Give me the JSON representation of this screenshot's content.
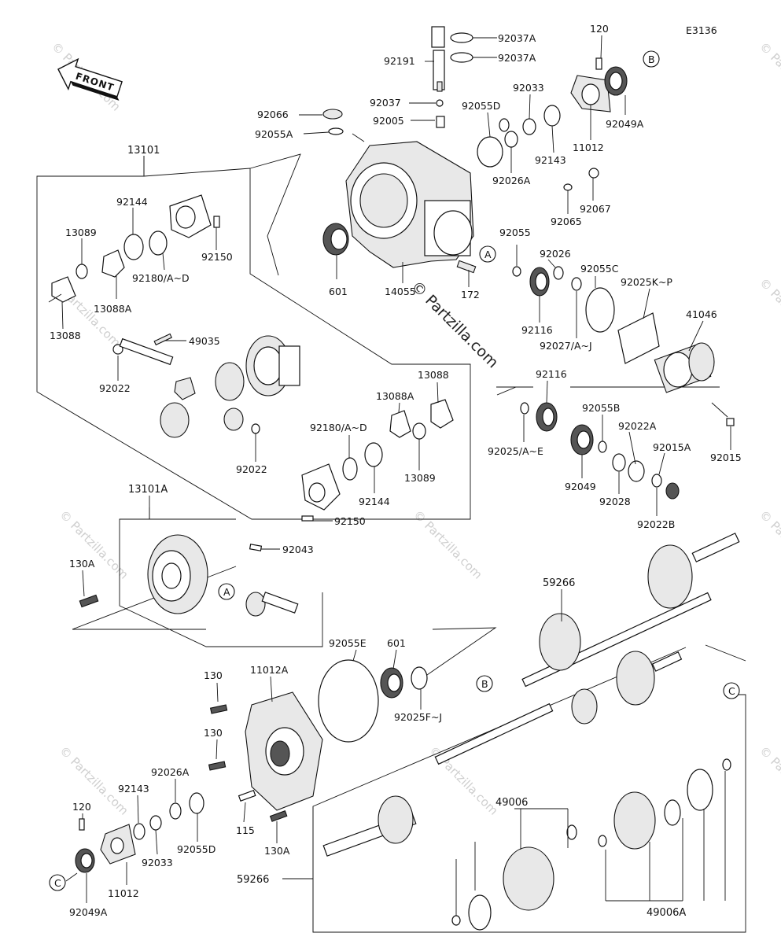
{
  "diagram_code": "E3136",
  "front_label": "FRONT",
  "watermark": "© Partzilla.com",
  "ref_letters": {
    "a": "A",
    "b": "B",
    "c": "C"
  },
  "parts": {
    "p92037a_1": "92037A",
    "p92037a_2": "92037A",
    "p92191": "92191",
    "p120_top": "120",
    "p92037": "92037",
    "p92055d_top": "92055D",
    "p92033_top": "92033",
    "p92049a_top": "92049A",
    "p92066": "92066",
    "p92005": "92005",
    "p92055a": "92055A",
    "p11012_top": "11012",
    "p92143_top": "92143",
    "p92026a_top": "92026A",
    "p92067": "92067",
    "p92065": "92065",
    "p13101": "13101",
    "p92144_top": "92144",
    "p13089_top": "13089",
    "p92150_top": "92150",
    "p92180_top": "92180/A~D",
    "p13088a_top": "13088A",
    "p13088_top": "13088",
    "p601_top": "601",
    "p14055": "14055",
    "p172": "172",
    "p92055": "92055",
    "p92026": "92026",
    "p92055c": "92055C",
    "p92025kp": "92025K~P",
    "p41046": "41046",
    "p92116_a": "92116",
    "p92027": "92027/A~J",
    "p49035": "49035",
    "p92022_a": "92022",
    "p13088_mid": "13088",
    "p92116_b": "92116",
    "p13088a_mid": "13088A",
    "p92055b": "92055B",
    "p92022a": "92022A",
    "p92015a": "92015A",
    "p92025ae": "92025/A~E",
    "p92015": "92015",
    "p92180_mid": "92180/A~D",
    "p92049": "92049",
    "p92028": "92028",
    "p92022b": "92022B",
    "p92022_b": "92022",
    "p13089_mid": "13089",
    "p92144_mid": "92144",
    "p13101a": "13101A",
    "p92150_mid": "92150",
    "p92043": "92043",
    "p130a_top": "130A",
    "p59266_top": "59266",
    "p92055e": "92055E",
    "p601_bot": "601",
    "p130_a": "130",
    "p11012a": "11012A",
    "p92025fj": "92025F~J",
    "p130_b": "130",
    "p92026a_bot": "92026A",
    "p120_bot": "120",
    "p92143_bot": "92143",
    "p92055d_bot": "92055D",
    "p115": "115",
    "p130a_bot": "130A",
    "p49006": "49006",
    "p92033_bot": "92033",
    "p11012_bot": "11012",
    "p92049a_bot": "92049A",
    "p59266_bot": "59266",
    "p49006a": "49006A"
  }
}
